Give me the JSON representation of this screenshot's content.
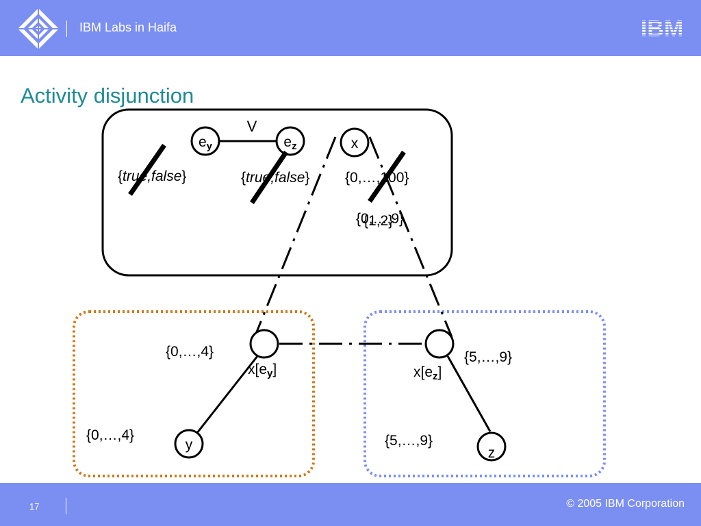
{
  "header": {
    "title": "IBM Labs in Haifa",
    "brand": "IBM"
  },
  "slide": {
    "title": "Activity disjunction"
  },
  "diagram": {
    "top_box": {
      "or_label": "V",
      "nodes": {
        "ey": {
          "base": "e",
          "sub": "y"
        },
        "ez": {
          "base": "e",
          "sub": "z"
        },
        "x": {
          "label": "x"
        }
      },
      "domains": {
        "ey": {
          "open": "{",
          "italic": "true,false",
          "close": "}"
        },
        "ez": {
          "open": "{",
          "italic": "true,false",
          "close": "}"
        },
        "x": "{0,…,100}",
        "x_new": "{0,…,9}",
        "x_overlay": "{1,2}"
      }
    },
    "left_box": {
      "node_x": {
        "base": "x[e",
        "sub": "y",
        "close": "]"
      },
      "node_x_domain": "{0,…,4}",
      "node_y": {
        "label": "y"
      },
      "node_y_domain": "{0,…,4}"
    },
    "right_box": {
      "node_x": {
        "base": "x[e",
        "sub": "z",
        "close": "]"
      },
      "node_x_domain": "{5,…,9}",
      "node_z": {
        "label": "z"
      },
      "node_z_domain": "{5,…,9}"
    },
    "colors": {
      "left_box_border": "#cc7a1a",
      "right_box_border": "#7b8ef2",
      "lines": "#000000"
    }
  },
  "footer": {
    "page_number": "17",
    "copyright": "© 2005 IBM Corporation"
  }
}
